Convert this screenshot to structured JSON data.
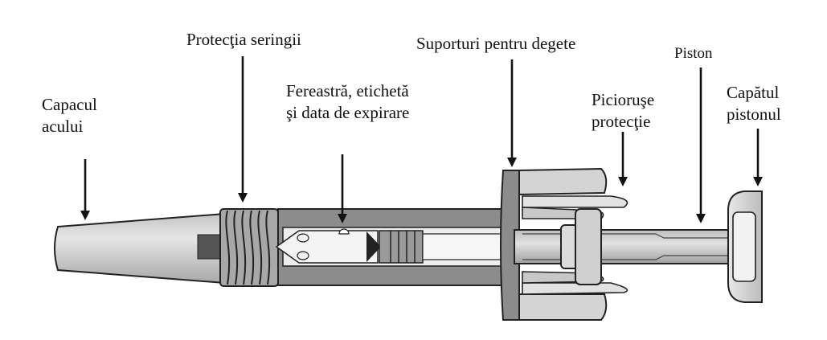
{
  "labels": {
    "needle_cap_line1": "Capacul",
    "needle_cap_line2": "acului",
    "syringe_guard": "Protecţia seringii",
    "window_line1": "Fereastră, etichetă",
    "window_line2": "şi data de expirare",
    "finger_grips": "Suporturi pentru degete",
    "plunger": "Piston",
    "guard_wings_line1": "Picioruşe",
    "guard_wings_line2": "protecţie",
    "plunger_head_line1": "Capătul",
    "plunger_head_line2": "pistonul"
  },
  "colors": {
    "outline": "#222222",
    "body_gray": "#8c8c8c",
    "light_gray": "#dcdcdc",
    "mid_gray": "#b4b4b4",
    "dark_gray": "#555555",
    "arrow": "#111111"
  }
}
